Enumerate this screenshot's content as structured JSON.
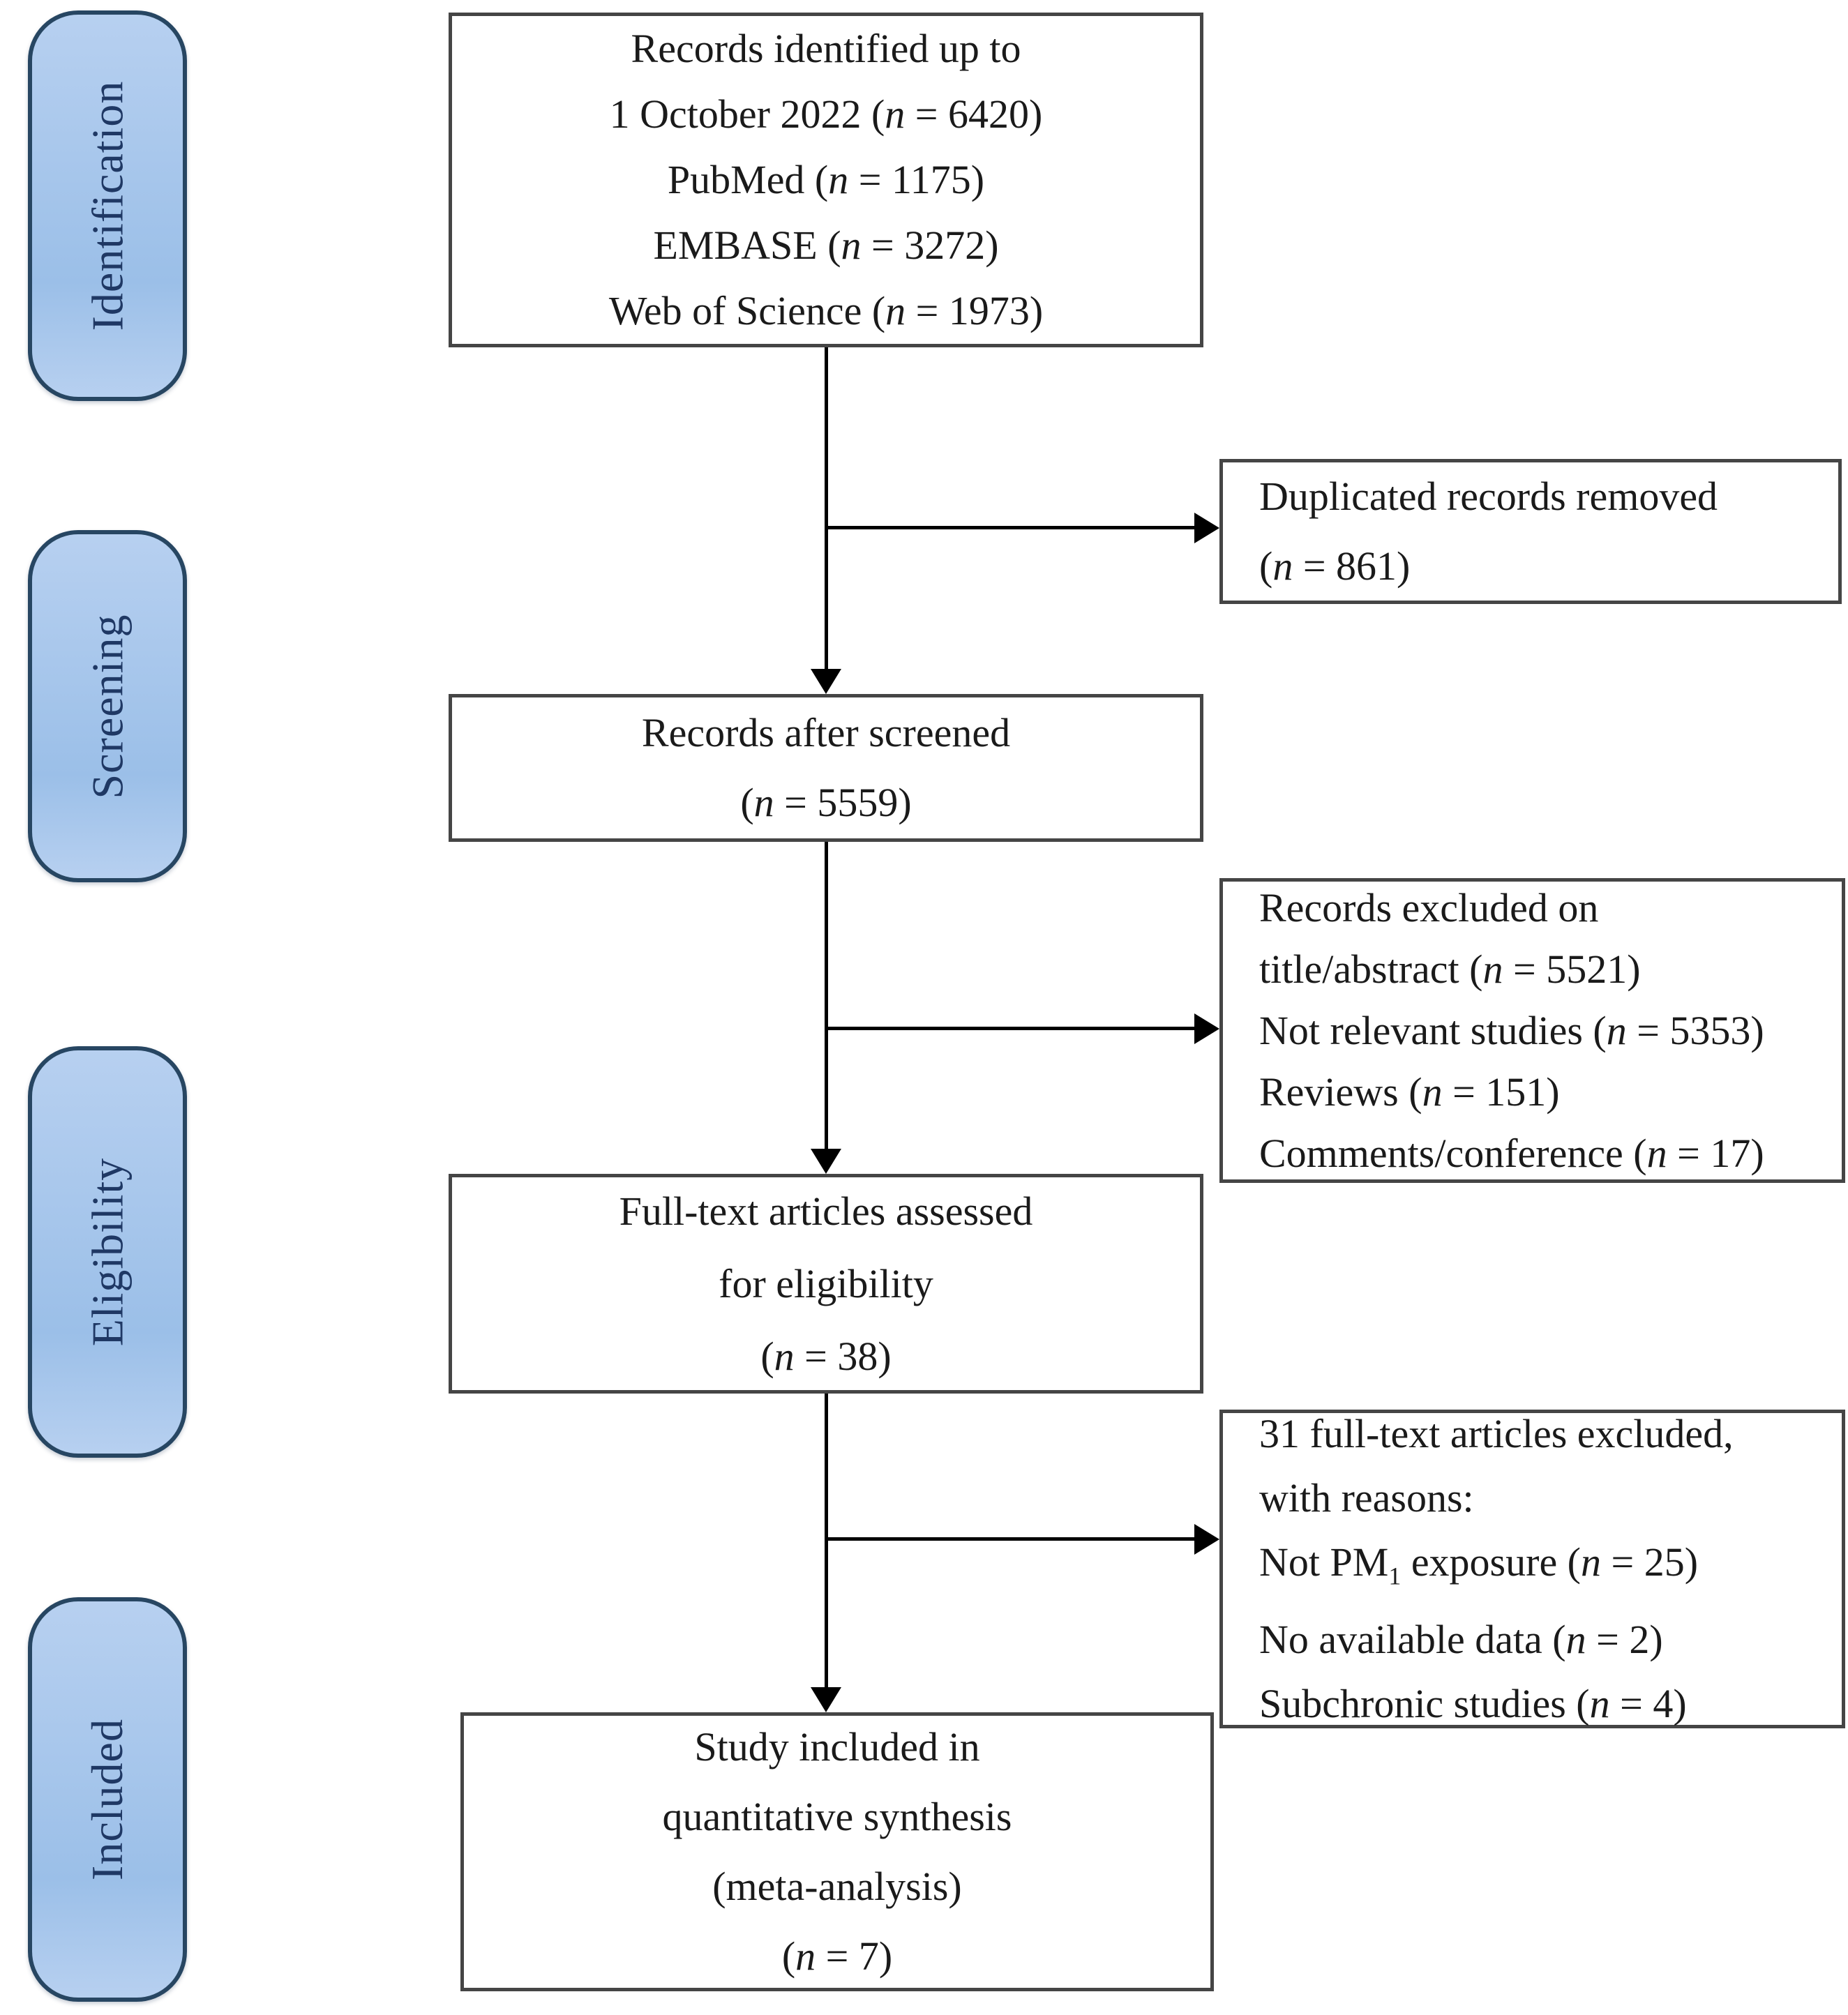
{
  "palette": {
    "stage_fill_top": "#b7d0f0",
    "stage_fill_bottom": "#9bbfe8",
    "stage_border": "#274662",
    "stage_text": "#1f3864",
    "box_border": "#454545",
    "box_fill": "#ffffff",
    "arrow": "#000000",
    "background": "#ffffff"
  },
  "stages": [
    {
      "label": "Identification"
    },
    {
      "label": "Screening"
    },
    {
      "label": "Eligibility"
    },
    {
      "label": "Included"
    }
  ],
  "flow": {
    "identified": {
      "lines": [
        "Records identified up to",
        "1 October 2022 (n = 6420)",
        "PubMed (n = 1175)",
        "EMBASE (n = 3272)",
        "Web of Science (n = 1973)"
      ]
    },
    "screened": {
      "lines": [
        "Records after screened",
        "(n = 5559)"
      ]
    },
    "fulltext": {
      "lines": [
        "Full-text articles assessed",
        "for eligibility",
        "(n = 38)"
      ]
    },
    "included": {
      "lines": [
        "Study included in",
        "quantitative synthesis",
        "(meta-analysis)",
        "(n = 7)"
      ]
    }
  },
  "exclusions": {
    "duplicates": {
      "lines": [
        "Duplicated records removed",
        "(n = 861)"
      ]
    },
    "screen_excluded": {
      "lines": [
        "Records excluded on",
        "title/abstract (n = 5521)",
        "Not relevant studies (n = 5353)",
        "Reviews (n = 151)",
        "Comments/conference (n = 17)"
      ]
    },
    "fulltext_excluded": {
      "lines": [
        "31 full-text articles excluded,",
        "with reasons:",
        "Not PM1 exposure (n = 25)",
        "No available data (n = 2)",
        "Subchronic studies (n = 4)"
      ]
    }
  }
}
